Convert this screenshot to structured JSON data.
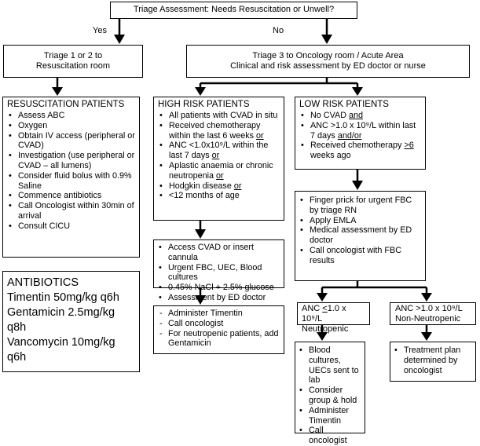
{
  "top": {
    "text": "Triage Assessment: Needs Resuscitation or Unwell?",
    "yes": "Yes",
    "no": "No"
  },
  "triage12": {
    "line1": "Triage 1 or 2 to",
    "line2": "Resuscitation room"
  },
  "triage3": {
    "line1": "Triage 3 to Oncology room / Acute Area",
    "line2": "Clinical and risk assessment by ED doctor or nurse"
  },
  "resus": {
    "title": "RESUSCITATION PATIENTS",
    "items": [
      "Assess ABC",
      "Oxygen",
      "Obtain IV access (peripheral or CVAD)",
      "Investigation (use peripheral or CVAD – all lumens)",
      "Consider fluid bolus with 0.9% Saline",
      "Commence antibiotics",
      "Call Oncologist within 30min of arrival",
      "Consult CICU"
    ]
  },
  "antibiotics": {
    "title": "ANTIBIOTICS",
    "lines": [
      "Timentin 50mg/kg q6h",
      "Gentamicin 2.5mg/kg q8h",
      "Vancomycin 10mg/kg q6h"
    ]
  },
  "high_risk": {
    "title": "HIGH RISK PATIENTS",
    "i1": "All patients with CVAD in situ",
    "i2": "Received chemotherapy within the last 6 weeks",
    "i3a": "ANC <1.0x10⁹/L within the last 7 days",
    "i4": "Aplastic anaemia or chronic neutropenia",
    "i5": "Hodgkin disease",
    "i6": "<12 months of age",
    "or": "or"
  },
  "high_actions": {
    "items": [
      "Access CVAD or insert cannula",
      "Urgent FBC, UEC, Blood cultures",
      "0.45% NaCl + 2.5% glucose",
      "Assessment by ED doctor"
    ]
  },
  "high_treat": {
    "items": [
      "Administer Timentin",
      "Call oncologist",
      "For neutropenic patients, add Gentamicin"
    ]
  },
  "low_risk": {
    "title": "LOW RISK PATIENTS",
    "i1": "No CVAD",
    "i2a": "ANC >1.0 x 10⁹/L within last 7 days",
    "i3a": "Received chemotherapy ",
    "i3b": ">6",
    "i3c": " weeks ago",
    "and": "and",
    "andor": "and/or"
  },
  "low_actions": {
    "items": [
      "Finger prick for urgent FBC by triage RN",
      "Apply EMLA",
      "Medical assessment by ED doctor",
      "Call oncologist with FBC results"
    ]
  },
  "neutropenic": {
    "line1a": "ANC ",
    "line1b": "<",
    "line1c": "1.0 x 10⁹/L",
    "line2": "Neutropenic"
  },
  "non_neutropenic": {
    "line1": "ANC >1.0 x 10⁹/L",
    "line2": "Non-Neutropenic"
  },
  "neut_actions": {
    "items": [
      "Blood cultures, UECs sent to lab",
      "Consider group & hold",
      "Administer Timentin",
      "Call oncologist"
    ]
  },
  "non_neut_actions": {
    "items": [
      "Treatment plan determined by oncologist"
    ]
  }
}
